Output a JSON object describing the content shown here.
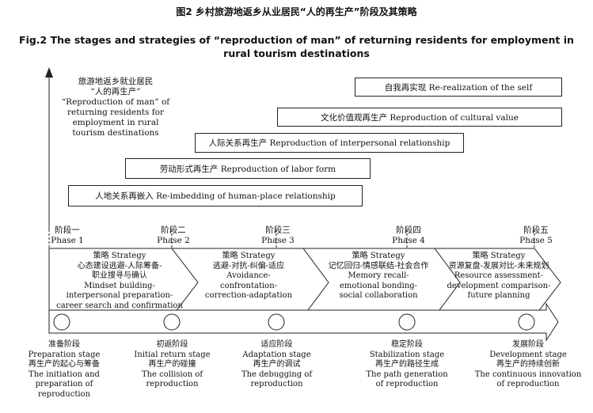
{
  "title_cn": "图2 乡村旅游地返乡从业居民“人的再生产”阶段及其策略",
  "title_en": "Fig.2 The stages and strategies of “reproduction of man” of returning residents for employment in rural tourism destinations",
  "y_axis_label": [
    "旅游地返乡就业居民",
    "“人的再生产”",
    "“Reproduction of man” of",
    "returning residents for",
    "employment in rural",
    "tourism destinations"
  ],
  "bars": [
    {
      "label": "自我再实现 Re-realization of the self"
    },
    {
      "label": "文化价值观再生产 Reproduction of cultural value"
    },
    {
      "label": "人际关系再生产  Reproduction of interpersonal relationship"
    },
    {
      "label": "劳动形式再生产 Reproduction of labor form"
    },
    {
      "label": "人地关系再嵌入 Re-imbedding of human-place relationship"
    }
  ],
  "phases": [
    {
      "cn": "阶段一",
      "en": "Phase 1"
    },
    {
      "cn": "阶段二",
      "en": "Phase 2"
    },
    {
      "cn": "阶段三",
      "en": "Phase 3"
    },
    {
      "cn": "阶段四",
      "en": "Phase 4"
    },
    {
      "cn": "阶段五",
      "en": "Phase 5"
    }
  ],
  "strategies": [
    {
      "lines": [
        "策略 Strategy",
        "心态建设逃避-人际筹备-",
        "职业搜寻与确认",
        "Mindset building-",
        "interpersonal preparation-",
        "career search and confirmation"
      ]
    },
    {
      "lines": [
        "策略 Strategy",
        "逃避-对抗-纠偏-适应",
        "Avoidance-",
        "confrontation-",
        "correction-adaptation"
      ]
    },
    {
      "lines": [
        "策略 Strategy",
        "记忆回归-情感联结-社会合作",
        "Memory recall-",
        "emotional bonding-",
        "social collaboration"
      ]
    },
    {
      "lines": [
        "策略 Strategy",
        "资源复盘-发展对比-未来规划",
        "Resource assessment-",
        "development comparison-",
        "future planning"
      ]
    }
  ],
  "stages": [
    {
      "lines": [
        "准备阶段",
        "Preparation stage",
        "再生产的起心与筹备",
        "The initiation and",
        "preparation of reproduction"
      ]
    },
    {
      "lines": [
        "初返阶段",
        "Initial return stage",
        "再生产的碰撞",
        "The collision of",
        "reproduction"
      ]
    },
    {
      "lines": [
        "适应阶段",
        "Adaptation stage",
        "再生产的调试",
        "The debugging of",
        "reproduction"
      ]
    },
    {
      "lines": [
        "稳定阶段",
        "Stabilization stage",
        "再生产的路径生成",
        "The path generation",
        "of reproduction"
      ]
    },
    {
      "lines": [
        "发展阶段",
        "Development stage",
        "再生产的持续创新",
        "The continuous innovation",
        "of reproduction"
      ]
    }
  ]
}
